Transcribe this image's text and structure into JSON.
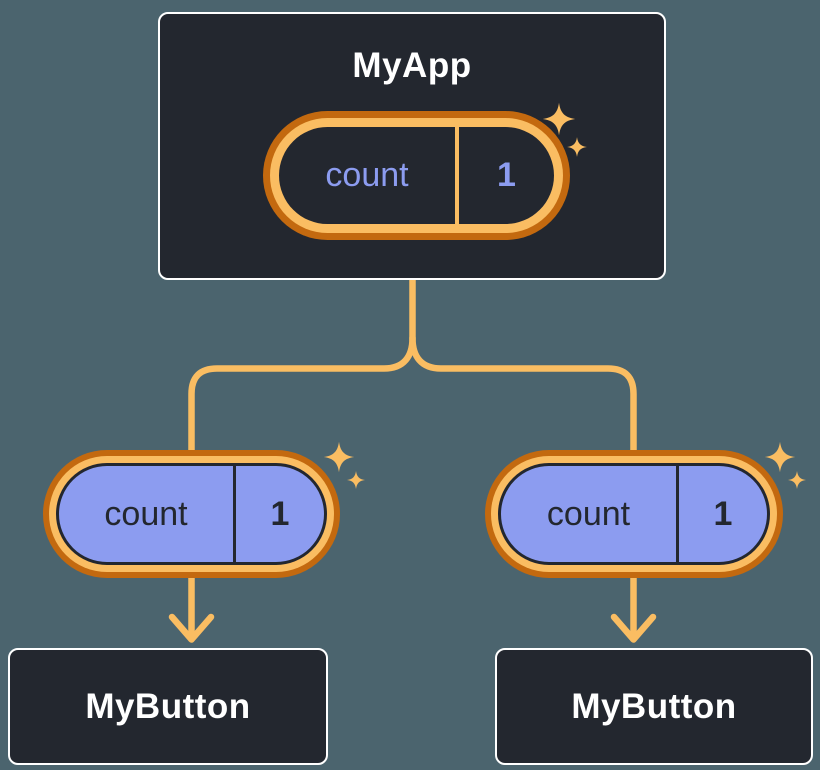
{
  "diagram": {
    "type": "react-component-tree",
    "colors": {
      "background": "#4B646E",
      "node_fill": "#23272F",
      "node_border": "#FFFFFF",
      "node_text": "#FFFFFF",
      "connector": "#FABD62",
      "ring_outer": "#C3690F",
      "ring_inner": "#FABD62",
      "pill_parent_fill": "#23272F",
      "pill_child_fill": "#8C9CF0",
      "pill_parent_text": "#8C9CF0",
      "pill_child_text": "#23272F",
      "sparkle": "#FABD62"
    },
    "parent_node": {
      "title": "MyApp",
      "state_pill": {
        "key": "count",
        "value": "1"
      }
    },
    "child_nodes": [
      {
        "title": "MyButton",
        "state_pill": {
          "key": "count",
          "value": "1"
        }
      },
      {
        "title": "MyButton",
        "state_pill": {
          "key": "count",
          "value": "1"
        }
      }
    ]
  }
}
